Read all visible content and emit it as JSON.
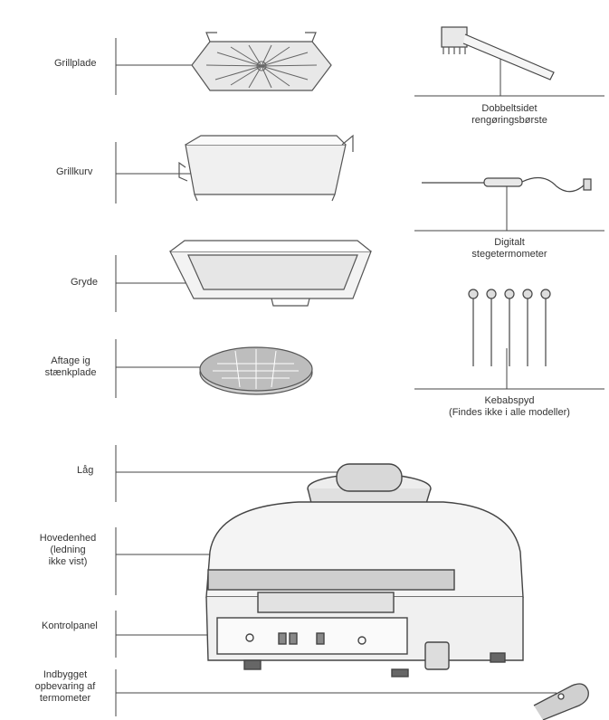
{
  "labels": {
    "grillplade": "Grillplade",
    "grillkurv": "Grillkurv",
    "gryde": "Gryde",
    "aftageligl": "Aftage ig",
    "aftagelig2": "stænkplade",
    "laag": "Låg",
    "hoved1": "Hovedenhed",
    "hoved2": "(ledning",
    "hoved3": "ikke vist)",
    "kontrol": "Kontrolpanel",
    "indbygget1": "Indbygget",
    "indbygget2": "opbevaring af",
    "indbygget3": "termometer",
    "borste1": "Dobbeltsidet",
    "borste2": "rengøringsbørste",
    "termo1": "Digitalt",
    "termo2": "stegetermometer",
    "kebab1": "Kebabspyd",
    "kebab2": "(Findes ikke i alle modeller)"
  }
}
